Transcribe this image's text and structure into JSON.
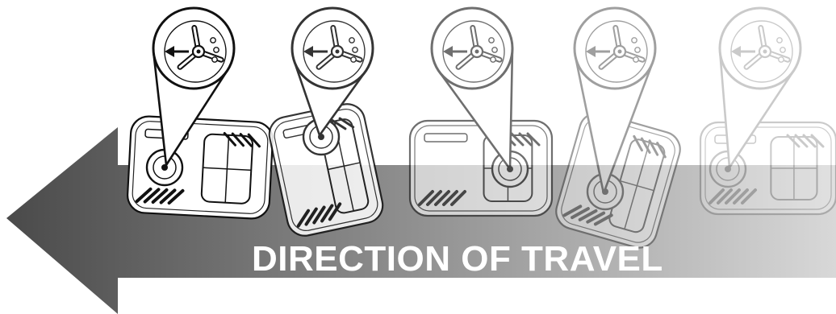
{
  "banner": {
    "text": "DIRECTION OF TRAVEL",
    "arrow_direction": "left",
    "gradient": [
      "#4a4a4a",
      "#8a8a8a",
      "#d8d8d8"
    ]
  },
  "sequence": {
    "frame_count": 5,
    "frames": [
      {
        "step": 1,
        "opacity": 1.0
      },
      {
        "step": 2,
        "opacity": 0.85
      },
      {
        "step": 3,
        "opacity": 0.6
      },
      {
        "step": 4,
        "opacity": 0.4
      },
      {
        "step": 5,
        "opacity": 0.22
      }
    ],
    "magnifier_icon": "wheel-hub-arrow-icon",
    "body_icon": "robot-mower-topview-icon"
  }
}
